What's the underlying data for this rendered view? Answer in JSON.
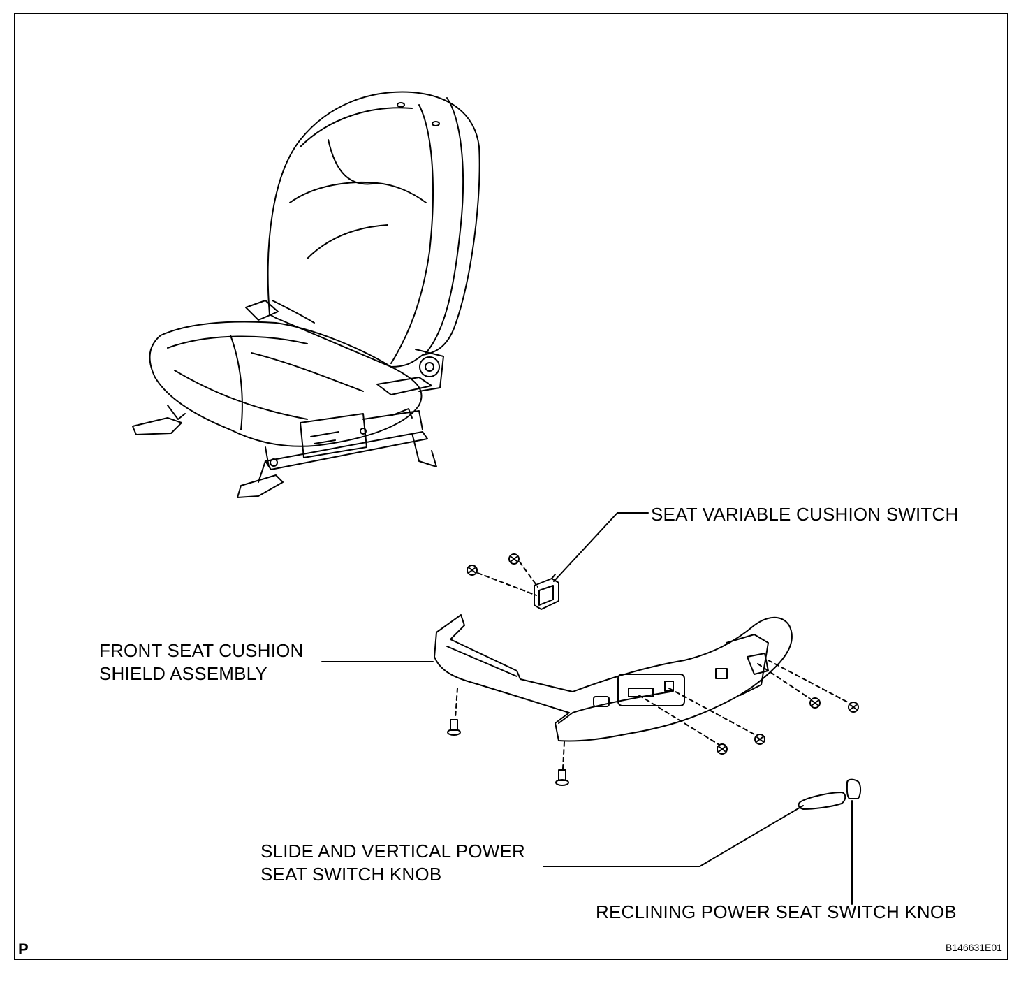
{
  "labels": {
    "seat_variable_cushion_switch": "SEAT VARIABLE CUSHION SWITCH",
    "front_seat_cushion_shield_line1": "FRONT SEAT CUSHION",
    "front_seat_cushion_shield_line2": "SHIELD ASSEMBLY",
    "slide_vertical_knob_line1": "SLIDE AND VERTICAL POWER",
    "slide_vertical_knob_line2": "SEAT SWITCH KNOB",
    "reclining_knob": "RECLINING POWER SEAT SWITCH KNOB"
  },
  "corner_letter": "P",
  "figure_code": "B146631E01"
}
